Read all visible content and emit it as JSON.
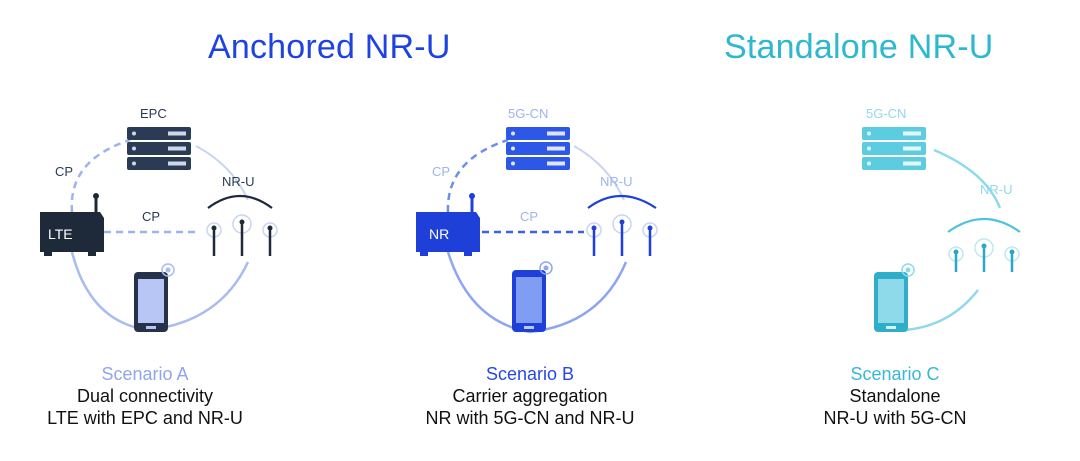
{
  "headings": {
    "anchored": "Anchored NR-U",
    "standalone": "Standalone NR-U"
  },
  "colors": {
    "anchored_title": "#1f43e0",
    "standalone_title": "#2db8d0",
    "scenario_a": "#8fa6ee",
    "scenario_b": "#2848e2",
    "scenario_c": "#38b8d4",
    "lte_box": "#1e2a3a",
    "nr_box": "#1e3fd8"
  },
  "scenarios": [
    {
      "id": "a",
      "core_label": "EPC",
      "cp_upper": "CP",
      "cp_middle": "CP",
      "base_label": "LTE",
      "nru_label": "NR-U",
      "scenario_name": "Scenario A",
      "line1": "Dual connectivity",
      "line2": "LTE with EPC and NR-U"
    },
    {
      "id": "b",
      "core_label": "5G-CN",
      "cp_upper": "CP",
      "cp_middle": "CP",
      "base_label": "NR",
      "nru_label": "NR-U",
      "scenario_name": "Scenario B",
      "line1": "Carrier aggregation",
      "line2": "NR with 5G-CN and NR-U"
    },
    {
      "id": "c",
      "core_label": "5G-CN",
      "nru_label": "NR-U",
      "scenario_name": "Scenario C",
      "line1": "Standalone",
      "line2": "NR-U with 5G-CN"
    }
  ]
}
